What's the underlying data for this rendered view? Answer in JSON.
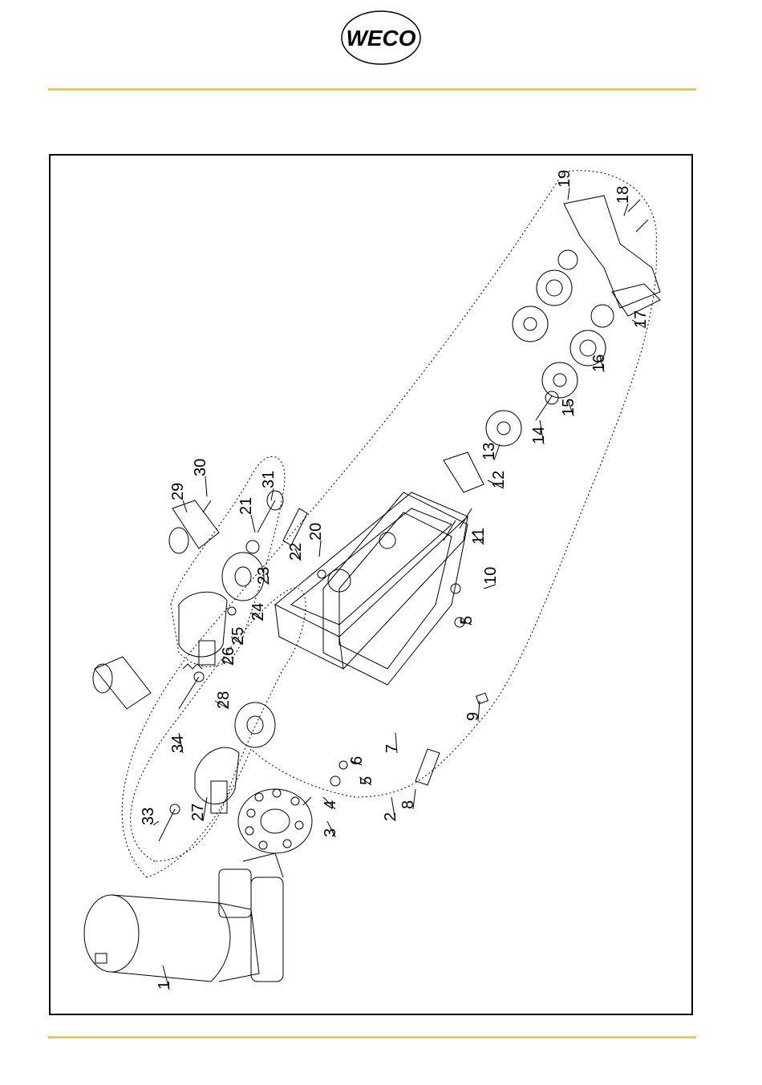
{
  "brand": {
    "logo_text": "WECO"
  },
  "parts": [
    {
      "num": "1"
    },
    {
      "num": "2"
    },
    {
      "num": "3"
    },
    {
      "num": "4"
    },
    {
      "num": "5"
    },
    {
      "num": "5"
    },
    {
      "num": "6"
    },
    {
      "num": "7"
    },
    {
      "num": "8"
    },
    {
      "num": "9"
    },
    {
      "num": "10"
    },
    {
      "num": "11"
    },
    {
      "num": "12"
    },
    {
      "num": "13"
    },
    {
      "num": "14"
    },
    {
      "num": "15"
    },
    {
      "num": "16"
    },
    {
      "num": "17"
    },
    {
      "num": "18"
    },
    {
      "num": "19"
    },
    {
      "num": "20"
    },
    {
      "num": "21"
    },
    {
      "num": "22"
    },
    {
      "num": "23"
    },
    {
      "num": "24"
    },
    {
      "num": "25"
    },
    {
      "num": "26"
    },
    {
      "num": "27"
    },
    {
      "num": "28"
    },
    {
      "num": "29"
    },
    {
      "num": "30"
    },
    {
      "num": "31"
    },
    {
      "num": "33"
    },
    {
      "num": "34"
    }
  ],
  "colors": {
    "rule": "#e5b94a",
    "line": "#000000"
  }
}
